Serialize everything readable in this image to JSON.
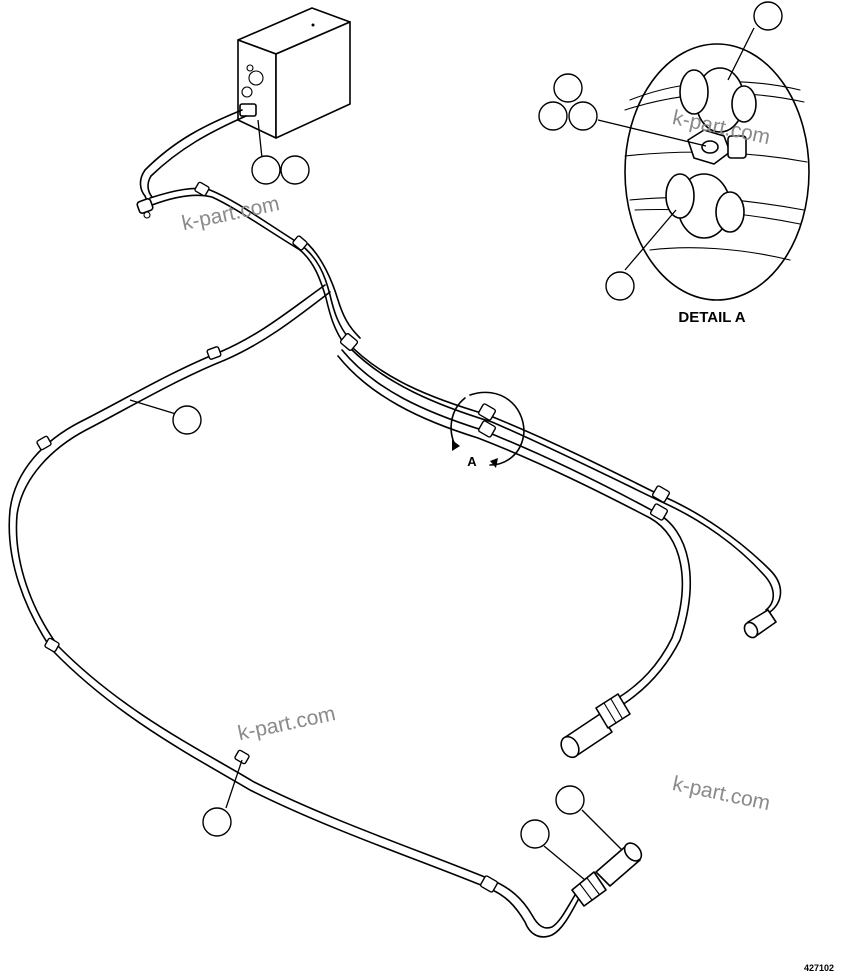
{
  "detail_title": "DETAIL A",
  "view_marker": "A",
  "drawing_number": "427102",
  "watermarks": [
    "k-part.com",
    "k-part.com",
    "k-part.com",
    "k-part.com"
  ],
  "callouts": [
    "",
    "",
    "",
    "",
    "",
    "",
    "",
    "",
    "",
    "",
    "",
    ""
  ],
  "colors": {
    "line": "#000000",
    "background": "#ffffff",
    "watermark": "#8a8a8a"
  }
}
